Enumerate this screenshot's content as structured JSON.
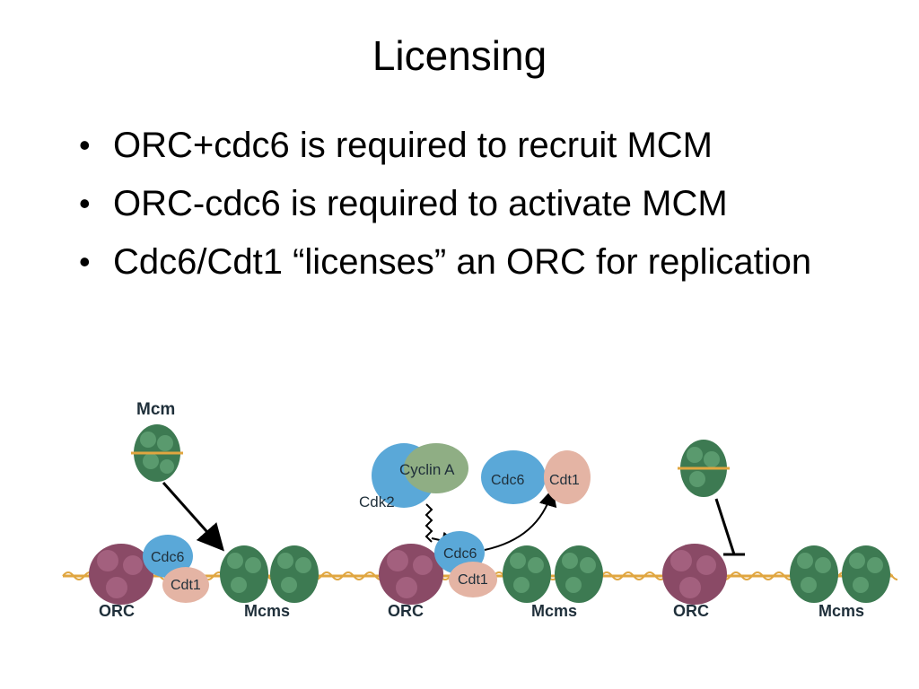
{
  "slide": {
    "title": "Licensing",
    "bullets": [
      "ORC+cdc6 is required to recruit MCM",
      "ORC-cdc6 is required to activate MCM",
      "Cdc6/Cdt1 “licenses” an ORC for replication"
    ]
  },
  "figure": {
    "labels": {
      "mcm": "Mcm",
      "orc": "ORC",
      "cdc6": "Cdc6",
      "cdt1": "Cdt1",
      "mcms": "Mcms",
      "cyclin_a": "Cyclin A",
      "cdk2": "Cdk2"
    },
    "colors": {
      "orc": "#8a4a66",
      "cdc6": "#5aa8d8",
      "cdt1": "#e4b4a4",
      "mcm": "#3d7a52",
      "cyclin": "#8fae84",
      "dna": "#e0a640"
    }
  }
}
